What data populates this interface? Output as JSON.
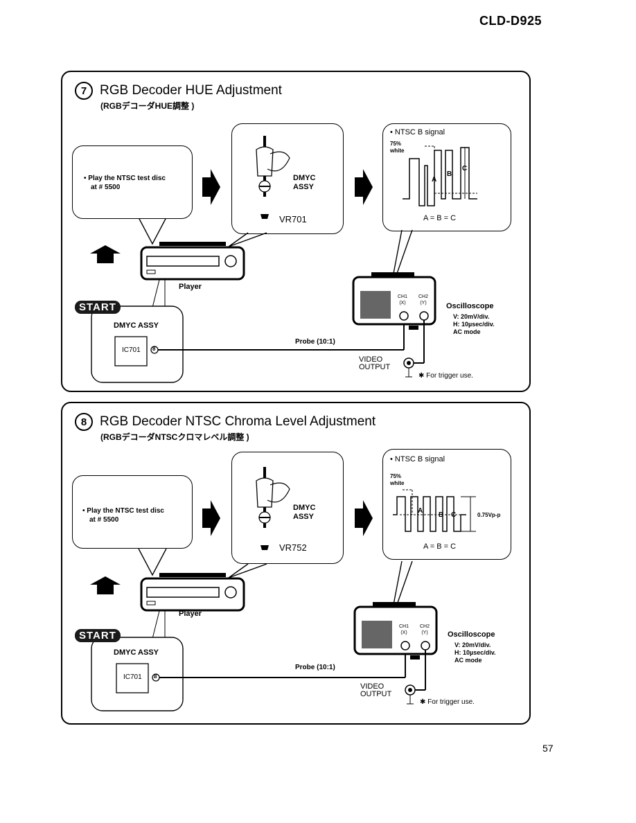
{
  "header": {
    "model": "CLD-D925"
  },
  "page_number": "57",
  "panels": [
    {
      "number": "7",
      "title": "RGB Decoder HUE Adjustment",
      "subtitle": "(RGBデコーダHUE調整 )",
      "instruction_line1": "• Play the NTSC test disc",
      "instruction_line2": "at # 5500",
      "assy_line1": "DMYC",
      "assy_line2": "ASSY",
      "vr": "VR701",
      "signal_title": "• NTSC B signal",
      "white_pct": "75%",
      "white_label": "white",
      "label_a": "A",
      "label_b": "B",
      "label_c": "C",
      "level": "",
      "equation": "A = B = C",
      "player": "Player",
      "start": "START",
      "board": "DMYC ASSY",
      "ic": "IC701",
      "pin": "8",
      "probe": "Probe (10:1)",
      "ch1": "CH1",
      "ch1_sub": "(X)",
      "ch2": "CH2",
      "ch2_sub": "(Y)",
      "scope": "Oscilloscope",
      "scope_v": "V: 20mV/div.",
      "scope_h": "H: 10µsec/div.",
      "scope_mode": "AC mode",
      "video1": "VIDEO",
      "video2": "OUTPUT",
      "trigger": "✱ For trigger use."
    },
    {
      "number": "8",
      "title": "RGB Decoder NTSC Chroma Level Adjustment",
      "subtitle": "(RGBデコーダNTSCクロマレベル調整 )",
      "instruction_line1": "• Play the NTSC test disc",
      "instruction_line2": "at # 5500",
      "assy_line1": "DMYC",
      "assy_line2": "ASSY",
      "vr": "VR752",
      "signal_title": "• NTSC B signal",
      "white_pct": "75%",
      "white_label": "white",
      "label_a": "A",
      "label_b": "B",
      "label_c": "C",
      "level": "0.75Vp-p",
      "equation": "A = B = C",
      "player": "Player",
      "start": "START",
      "board": "DMYC ASSY",
      "ic": "IC701",
      "pin": "8",
      "probe": "Probe (10:1)",
      "ch1": "CH1",
      "ch1_sub": "(X)",
      "ch2": "CH2",
      "ch2_sub": "(Y)",
      "scope": "Oscilloscope",
      "scope_v": "V: 20mV/div.",
      "scope_h": "H: 10µsec/div.",
      "scope_mode": "AC mode",
      "video1": "VIDEO",
      "video2": "OUTPUT",
      "trigger": "✱ For trigger use."
    }
  ]
}
